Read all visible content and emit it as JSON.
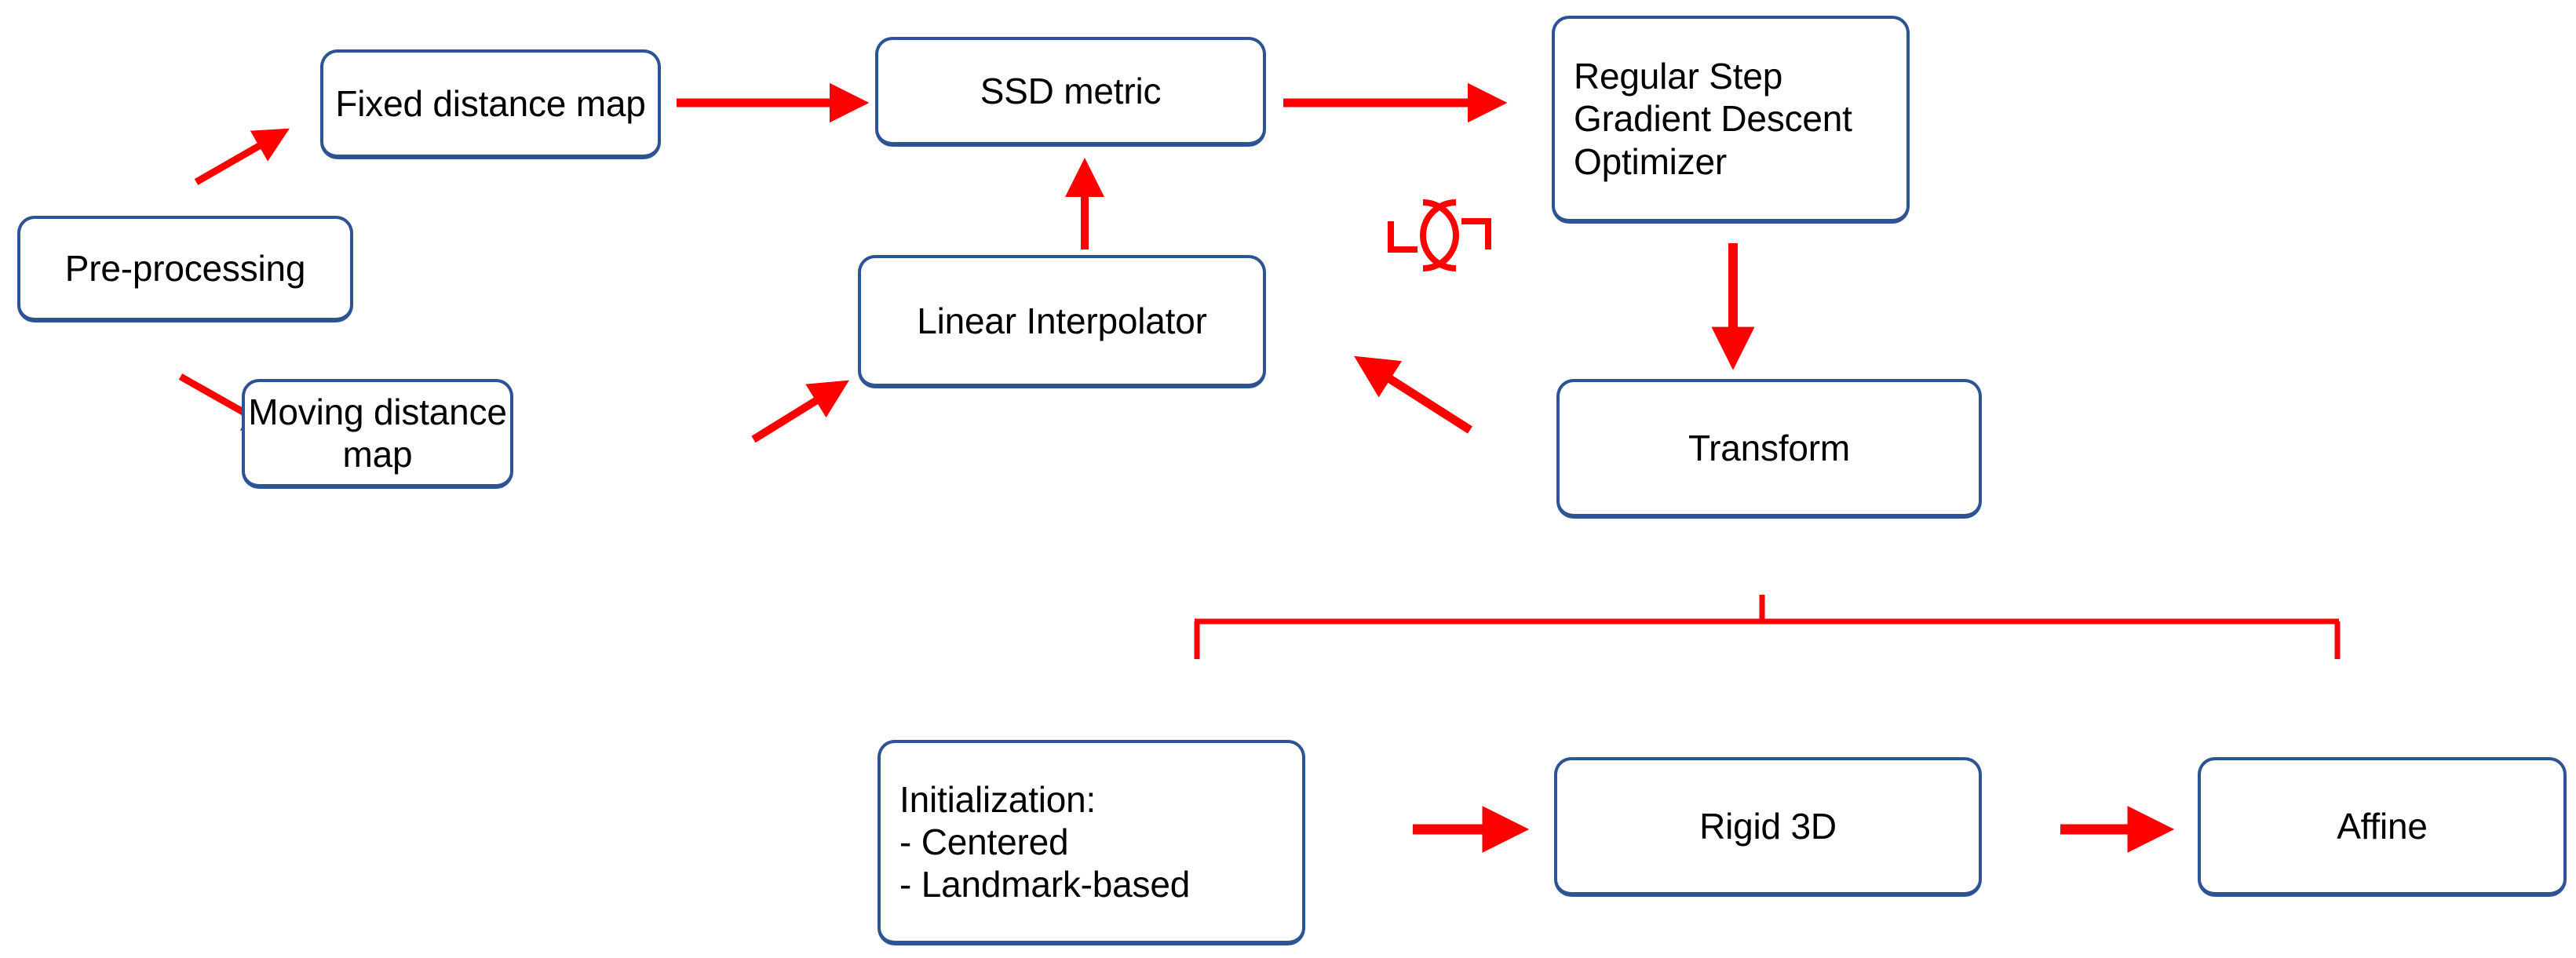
{
  "diagram": {
    "title": "Image registration pipeline",
    "colors": {
      "node_border": "#2E5395",
      "node_fill": "#FFFFFF",
      "connector": "#FF0000",
      "text": "#000000"
    },
    "nodes": [
      {
        "id": "pre_processing",
        "label": "Pre-processing"
      },
      {
        "id": "fixed_map",
        "label": "Fixed distance map"
      },
      {
        "id": "moving_map",
        "label": "Moving distance map"
      },
      {
        "id": "ssd_metric",
        "label": "SSD metric"
      },
      {
        "id": "interpolator",
        "label": "Linear Interpolator"
      },
      {
        "id": "optimizer",
        "label": "Regular Step\nGradient Descent\nOptimizer"
      },
      {
        "id": "transform",
        "label": "Transform"
      },
      {
        "id": "initialization",
        "label": "Initialization:\n- Centered\n- Landmark-based"
      },
      {
        "id": "rigid3d",
        "label": "Rigid 3D"
      },
      {
        "id": "affine",
        "label": "Affine"
      }
    ],
    "connectors": [
      {
        "id": "pre-to-fixed",
        "kind": "diagonal-arrow-up-right"
      },
      {
        "id": "pre-to-moving",
        "kind": "diagonal-arrow-down-right"
      },
      {
        "id": "fixed-to-ssd",
        "kind": "arrow-right"
      },
      {
        "id": "moving-to-interpolator",
        "kind": "diagonal-arrow-up-right"
      },
      {
        "id": "interpolator-to-ssd",
        "kind": "arrow-up"
      },
      {
        "id": "ssd-to-optimizer",
        "kind": "arrow-right"
      },
      {
        "id": "iteration-loop",
        "kind": "circular-refresh-icon"
      },
      {
        "id": "optimizer-to-transform",
        "kind": "arrow-down"
      },
      {
        "id": "transform-to-interpolator",
        "kind": "diagonal-arrow-up-left"
      },
      {
        "id": "transform-to-bracket",
        "kind": "bracket-split"
      },
      {
        "id": "init-to-rigid",
        "kind": "arrow-right"
      },
      {
        "id": "rigid-to-affine",
        "kind": "arrow-right"
      }
    ]
  }
}
